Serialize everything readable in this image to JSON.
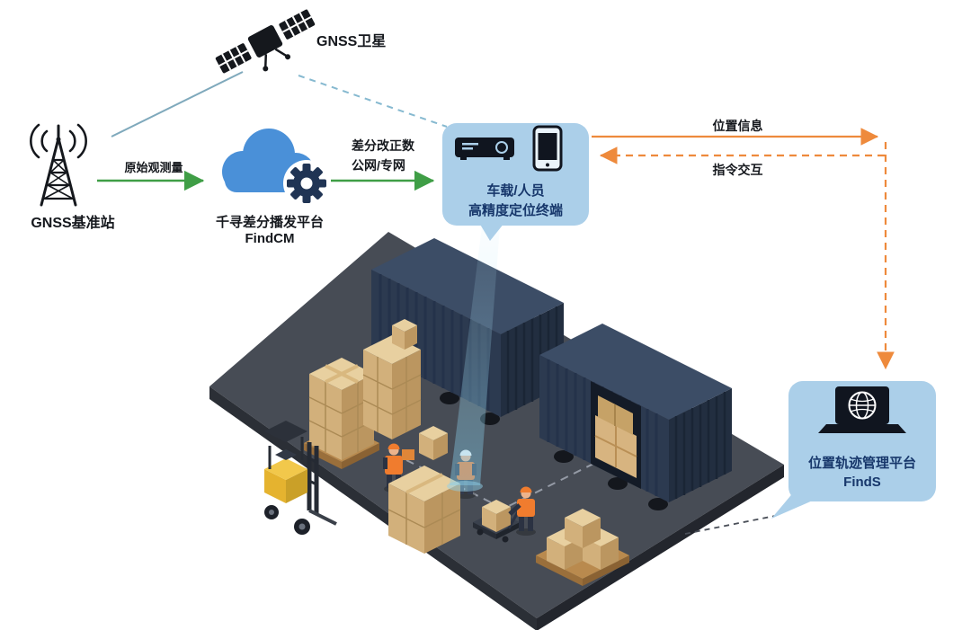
{
  "diagram": {
    "satellite": {
      "label": "GNSS卫星"
    },
    "base_station": {
      "label": "GNSS基准站"
    },
    "cloud": {
      "title": "千寻差分播发平台",
      "product": "FindCM"
    },
    "terminal": {
      "line1": "车载/人员",
      "line2": "高精度定位终端"
    },
    "management": {
      "title": "位置轨迹管理平台",
      "product": "FindS"
    },
    "links": {
      "raw_observation": "原始观测量",
      "correction_line1": "差分改正数",
      "correction_line2": "公网/专网",
      "position_info": "位置信息",
      "command_interaction": "指令交互"
    },
    "colors": {
      "link_green": "#3f9e46",
      "link_orange": "#ee8a3c",
      "link_teal": "#7fa9bc",
      "link_teal_dashed": "#86b9d0",
      "bubble_bg": "#abcfe9",
      "bubble_text": "#17376b",
      "cloud_blue": "#4a90d8",
      "gear_navy": "#203454",
      "beam_blue": "#8fd0ea"
    }
  }
}
